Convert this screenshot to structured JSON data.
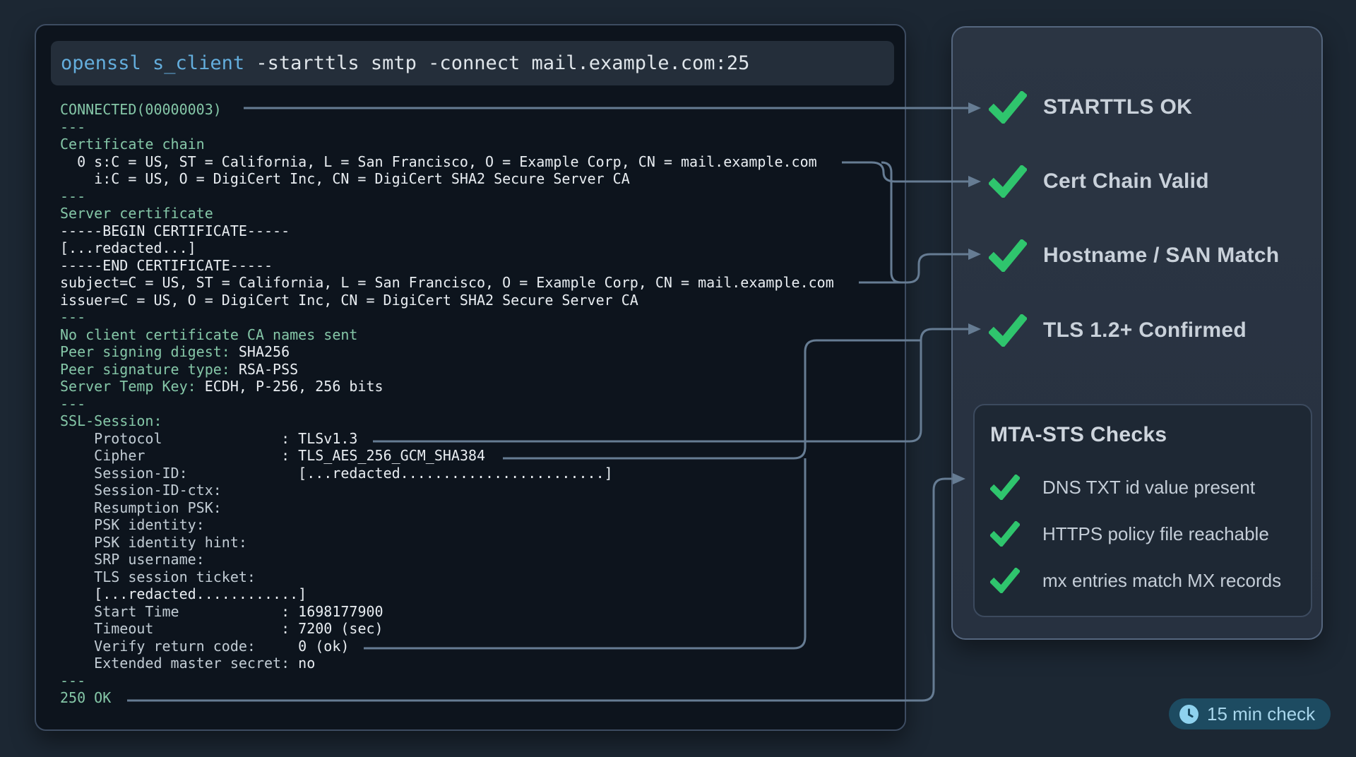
{
  "terminal": {
    "command": {
      "highlight": "openssl s_client",
      "rest": " -starttls smtp -connect mail.example.com:25"
    },
    "lines": [
      [
        [
          "teal",
          "CONNECTED(00000003)"
        ]
      ],
      [
        [
          "teal",
          "---"
        ]
      ],
      [
        [
          "teal",
          "Certificate chain"
        ]
      ],
      [
        [
          "white",
          "  0 s:C = US, ST = California, L = San Francisco, O = Example Corp, CN = mail.example.com"
        ]
      ],
      [
        [
          "white",
          "    i:C = US, O = DigiCert Inc, CN = DigiCert SHA2 Secure Server CA"
        ]
      ],
      [
        [
          "teal",
          "---"
        ]
      ],
      [
        [
          "teal",
          "Server certificate"
        ]
      ],
      [
        [
          "white",
          "-----BEGIN CERTIFICATE-----"
        ]
      ],
      [
        [
          "white",
          "[...redacted...]"
        ]
      ],
      [
        [
          "white",
          "-----END CERTIFICATE-----"
        ]
      ],
      [
        [
          "white",
          "subject=C = US, ST = California, L = San Francisco, O = Example Corp, CN = mail.example.com"
        ]
      ],
      [
        [
          "white",
          "issuer=C = US, O = DigiCert Inc, CN = DigiCert SHA2 Secure Server CA"
        ]
      ],
      [
        [
          "teal",
          "---"
        ]
      ],
      [
        [
          "teal",
          "No client certificate CA names sent"
        ]
      ],
      [
        [
          "teal",
          "Peer signing digest:"
        ],
        [
          "white",
          " SHA256"
        ]
      ],
      [
        [
          "teal",
          "Peer signature type:"
        ],
        [
          "white",
          " RSA-PSS"
        ]
      ],
      [
        [
          "teal",
          "Server Temp Key:"
        ],
        [
          "white",
          " ECDH, P-256, 256 bits"
        ]
      ],
      [
        [
          "teal",
          "---"
        ]
      ],
      [
        [
          "teal",
          "SSL-Session:"
        ]
      ],
      [
        [
          "dim",
          "    Protocol              "
        ],
        [
          "white",
          ": TLSv1.3"
        ]
      ],
      [
        [
          "dim",
          "    Cipher                "
        ],
        [
          "white",
          ": TLS_AES_256_GCM_SHA384"
        ]
      ],
      [
        [
          "dim",
          "    Session-ID:"
        ],
        [
          "white",
          "             [...redacted........................]"
        ]
      ],
      [
        [
          "dim",
          "    Session-ID-ctx:"
        ]
      ],
      [
        [
          "dim",
          "    Resumption PSK:"
        ]
      ],
      [
        [
          "dim",
          "    PSK identity:"
        ]
      ],
      [
        [
          "dim",
          "    PSK identity hint:"
        ]
      ],
      [
        [
          "dim",
          "    SRP username:"
        ]
      ],
      [
        [
          "dim",
          "    TLS session ticket:"
        ]
      ],
      [
        [
          "white",
          "    [...redacted............]"
        ]
      ],
      [
        [
          "dim",
          "    Start Time            "
        ],
        [
          "white",
          ": 1698177900"
        ]
      ],
      [
        [
          "dim",
          "    Timeout               "
        ],
        [
          "white",
          ": 7200 (sec)"
        ]
      ],
      [
        [
          "dim",
          "    Verify return code:"
        ],
        [
          "white",
          "     0 (ok)"
        ]
      ],
      [
        [
          "dim",
          "    Extended master secret:"
        ],
        [
          "white",
          " no"
        ]
      ],
      [
        [
          "teal",
          "---"
        ]
      ],
      [
        [
          "teal",
          "250 OK"
        ]
      ]
    ]
  },
  "checks": [
    {
      "id": "starttls",
      "label": "STARTTLS OK"
    },
    {
      "id": "cert-chain",
      "label": "Cert Chain Valid"
    },
    {
      "id": "hostname-san",
      "label": "Hostname / SAN Match"
    },
    {
      "id": "tls-version",
      "label": "TLS 1.2+ Confirmed"
    }
  ],
  "mta": {
    "title": "MTA-STS Checks",
    "items": [
      "DNS TXT id value present",
      "HTTPS policy file reachable",
      "mx entries match MX records"
    ]
  },
  "badge": {
    "icon": "clock-icon",
    "label": "15 min check"
  },
  "colors": {
    "check_green": "#2fc56d",
    "terminal_teal": "#85c7a7",
    "terminal_text": "#e9edf1",
    "command_blue": "#64aedd",
    "connector": "#667c93",
    "badge_bg": "#1d4b61",
    "badge_text": "#a8d6ec",
    "panel_bg": "#0d141d",
    "sidebar_bg": "#2a3441"
  }
}
